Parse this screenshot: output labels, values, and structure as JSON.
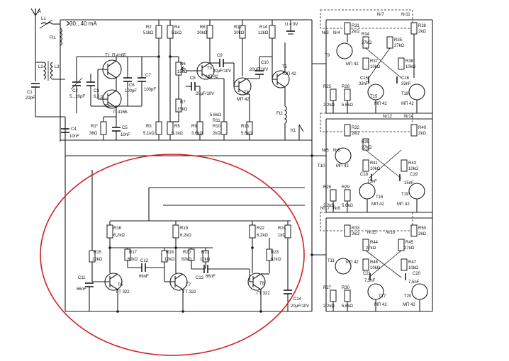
{
  "current_note": "30...40 mA",
  "supply": "U = 9V",
  "transistor_types": {
    "p416": "П 416Б",
    "mp42": "МП 42",
    "gt322": "ГТ 322"
  },
  "left_labels": {
    "L1": "L1",
    "Ft1": "Ft1",
    "L2": "L2",
    "L3": "L3",
    "C1": "C1",
    "C1v": "22pF",
    "C2": "C2",
    "C2v": "5...20pF",
    "C3": "C3",
    "C3v": "6,8 pF",
    "C4": "C4",
    "C4v": "10nF",
    "R1": "R1*",
    "R1v": "36Ω",
    "C5": "C5",
    "C5v": "10nF",
    "C6": "C6",
    "C6v": "100pF",
    "C7": "C7",
    "C7v": "100pF",
    "T1": "T1",
    "T2": "T2"
  },
  "top_labels": {
    "R2": "R2",
    "R2v": "51kΩ",
    "R3": "R3",
    "R3v": "5,1kΩ",
    "R4": "R4",
    "R4v": "51kΩ",
    "R5": "R5",
    "R5v": "5,1kΩ",
    "R6": "R6",
    "R6v": "15kΩ",
    "R7": "R7",
    "R7v": "15kΩ",
    "C8": "C8",
    "C8v": "20μF/10V",
    "R8": "R8",
    "R8v": "30kΩ",
    "R9": "R9",
    "R9v": "3,6kΩ",
    "T3": "T3",
    "C9": "C9",
    "C9v": "20μF/10V",
    "R10": "R10",
    "R10v": "2kΩ",
    "R11": "R11",
    "R11v": "5,6kΩ",
    "R12": "R12",
    "R12v": "30kΩ",
    "C10": "C10",
    "C10v": "20μF/10V",
    "R13": "R13",
    "R13v": "5,6kΩ",
    "T4": "T4",
    "R14": "R14",
    "R14v": "12kΩ",
    "T5": "T5",
    "Ft2": "Ft2",
    "K1": "K1"
  },
  "low_labels": {
    "R15": "R15",
    "R15v": "12kΩ",
    "R16": "R16",
    "R16v": "6,2kΩ",
    "C11": "C11",
    "C11v": "66nF",
    "T6": "T6",
    "R17": "R17",
    "R17v": "62kΩ",
    "C12": "C12",
    "C12v": "66nF",
    "R18": "R18",
    "R18v": "12kΩ",
    "R19": "R19",
    "R19v": "6,2kΩ",
    "R20": "R20",
    "R20v": "62kΩ",
    "T7": "T7",
    "R21": "R21",
    "R21v": "12kΩ",
    "C13": "C13",
    "C13v": "66nF",
    "R22": "R22",
    "R22v": "6,2kΩ",
    "R23": "R23",
    "R23v": "62kΩ",
    "R24": "R24",
    "R24v": "1kΩ",
    "T8": "T8",
    "C14": "C14",
    "C14v": "20μF/10V"
  },
  "right_labels": {
    "N7": "Nr7",
    "N11": "Nr11",
    "N3": "Nr3",
    "N4": "Nr4",
    "R31": "R31",
    "R31v": "2kΩ",
    "R34": "R34",
    "R34v": "27kΩ",
    "R35": "R35",
    "R35v": "27kΩ",
    "R36": "R36",
    "R36v": "2kΩ",
    "R37": "R37",
    "R37v": "10kΩ",
    "R38": "R38",
    "R38v": "10kΩ",
    "C15": "C15",
    "C15v": "33nF",
    "C16": "C16",
    "C16v": "33nF",
    "T9": "T9",
    "T15": "T15",
    "T18": "T18",
    "R25": "R25",
    "R25v": "2,2kΩ",
    "R28": "R28",
    "R28v": "5,6kΩ",
    "N12": "Nr12",
    "N14": "Nr14",
    "N5": "Nr5",
    "N6": "Nr6",
    "R32": "R32",
    "R32v": "2kΩ",
    "R39": "R39",
    "R39v": "27kΩ",
    "R40": "R40",
    "R40v": "2kΩ",
    "R41": "R41",
    "R41v": "10kΩ",
    "R43": "R43",
    "R43v": "10kΩ",
    "C18": "C18",
    "C18v": "15nF",
    "C19": "C19",
    "C19v": "15nF",
    "T10": "T10",
    "T16": "T16",
    "T19": "T19",
    "R26": "R26",
    "R26v": "2,2kΩ",
    "R29": "R29",
    "R29v": "5,6kΩ",
    "N17": "Nr17",
    "N8": "Nr8",
    "N15": "Nr15",
    "N16": "Nr16",
    "R33": "R33",
    "R33v": "2kΩ",
    "R44": "R44",
    "R44v": "27kΩ",
    "R45": "R45",
    "R45v": "27kΩ",
    "R50": "R50",
    "R50v": "2kΩ",
    "R46": "R46",
    "R46v": "10kΩ",
    "R47": "R47",
    "R47v": "10kΩ",
    "C21": "C21",
    "C21v": "7,5nF",
    "C20": "C20",
    "C20v": "7,5nF",
    "T11": "T11",
    "T17": "T17",
    "T20": "T20",
    "R27": "R27",
    "R27v": "2,2kΩ",
    "R30": "R30",
    "R30v": "5,6kΩ"
  }
}
